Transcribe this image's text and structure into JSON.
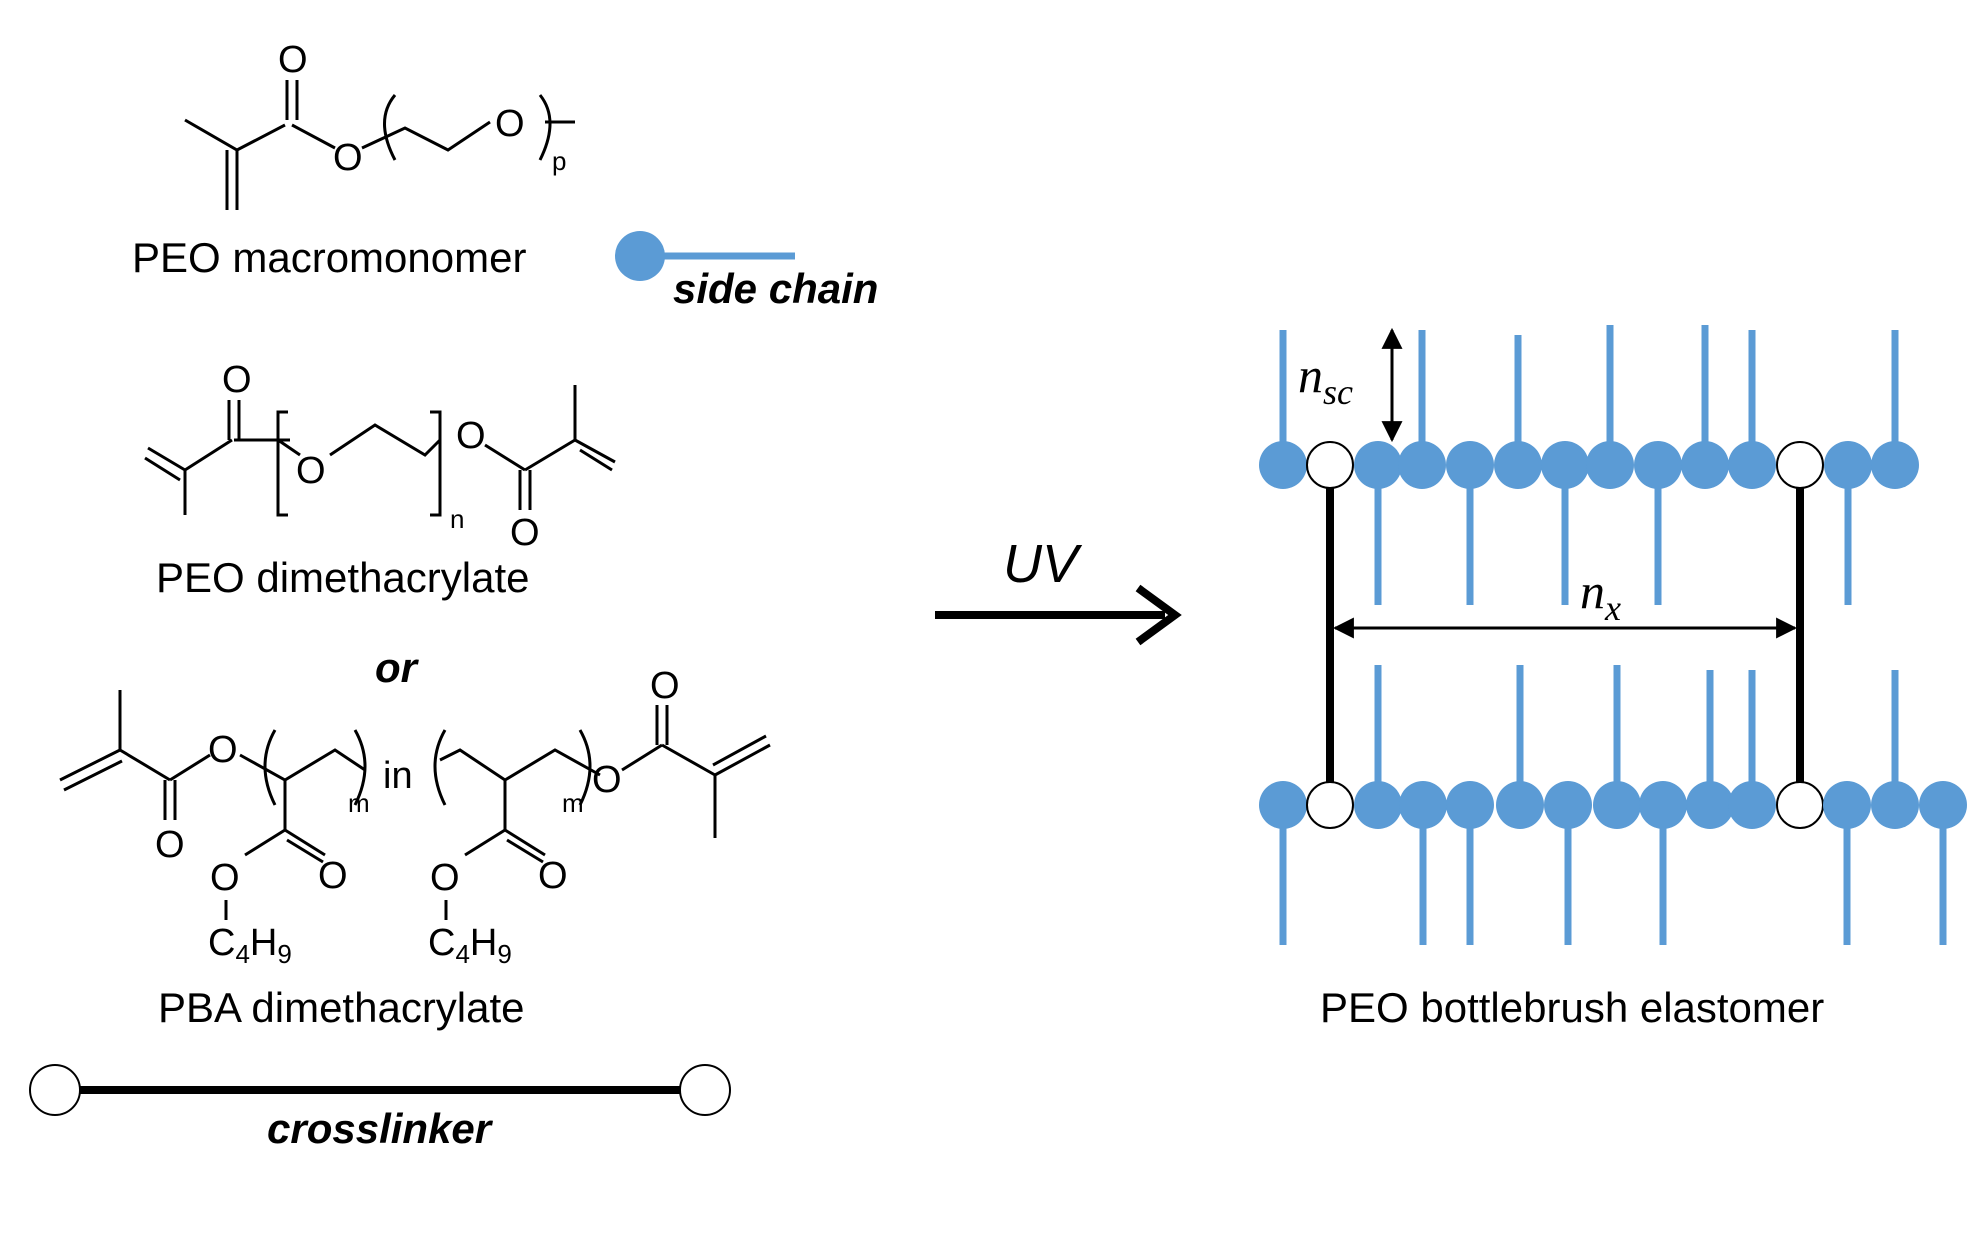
{
  "labels": {
    "peo_macromonomer": "PEO macromonomer",
    "side_chain": "side chain",
    "peo_dimethacrylate": "PEO dimethacrylate",
    "or": "or",
    "pba_dimethacrylate": "PBA dimethacrylate",
    "crosslinker": "crosslinker",
    "uv": "UV",
    "product": "PEO bottlebrush elastomer",
    "n_sc_main": "n",
    "n_sc_sub": "sc",
    "n_x_main": "n",
    "n_x_sub": "x"
  },
  "atoms": {
    "O": "O",
    "p": "p",
    "n": "n",
    "m": "m",
    "in": "in",
    "C4H9_C": "C",
    "C4H9_4": "4",
    "C4H9_H": "H",
    "C4H9_9": "9"
  },
  "colors": {
    "side_chain": "#5b9bd5",
    "backbone": "#000000",
    "crosslink_end": "#ffffff"
  }
}
